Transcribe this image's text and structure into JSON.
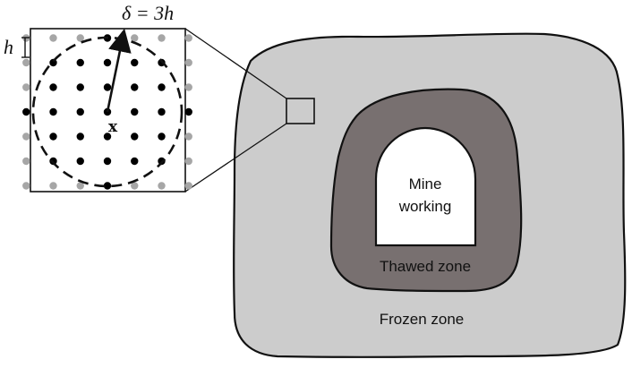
{
  "labels": {
    "mine_line1": "Mine",
    "mine_line2": "working",
    "thawed": "Thawed zone",
    "frozen": "Frozen zone",
    "horizon": "δ = 3h",
    "spacing": "h",
    "point": "x"
  },
  "colors": {
    "frozen_fill": "#cccccc",
    "thawed_fill": "#787070",
    "mine_fill": "#ffffff",
    "outline": "#111111",
    "particle_inside": "#000000",
    "particle_outside": "#a6a6a6"
  },
  "grid": {
    "rows": 7,
    "cols": 7,
    "horizon_in_spacings": 3
  }
}
